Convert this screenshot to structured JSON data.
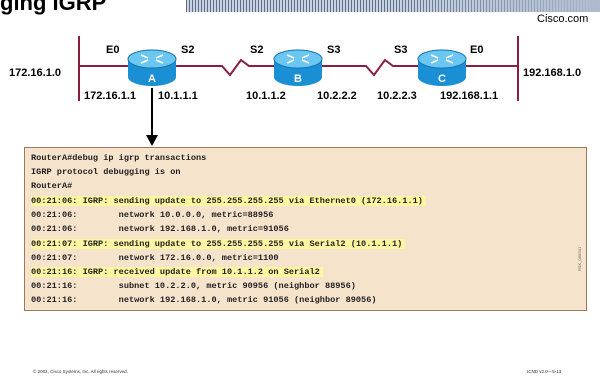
{
  "page": {
    "title_fragment": "ging IGRP",
    "brand": "Cisco.com",
    "footer_left": "© 2002, Cisco Systems, Inc. All rights reserved.",
    "footer_right": "ICND v2.0—5-13",
    "side_note": "RSK_080S01"
  },
  "network": {
    "left_network": "172.16.1.0",
    "right_network": "192.168.1.0",
    "routers": [
      {
        "name": "A",
        "left_port": "E0",
        "right_port": "S2"
      },
      {
        "name": "B",
        "left_port": "S2",
        "right_port": "S3"
      },
      {
        "name": "C",
        "left_port": "S3",
        "right_port": "E0"
      }
    ],
    "addresses": [
      "172.16.1.1",
      "10.1.1.1",
      "10.1.1.2",
      "10.2.2.2",
      "10.2.2.3",
      "192.168.1.1"
    ]
  },
  "console": {
    "lines": [
      {
        "text": "RouterA#debug ip igrp transactions",
        "highlight": false
      },
      {
        "text": "IGRP protocol debugging is on",
        "highlight": false
      },
      {
        "text": "RouterA#",
        "highlight": false
      },
      {
        "text": "00:21:06: IGRP: sending update to 255.255.255.255 via Ethernet0 (172.16.1.1)",
        "highlight": true
      },
      {
        "text": "00:21:06:        network 10.0.0.0, metric=88956",
        "highlight": false
      },
      {
        "text": "00:21:06:        network 192.168.1.0, metric=91056",
        "highlight": false
      },
      {
        "text": "00:21:07: IGRP: sending update to 255.255.255.255 via Serial2 (10.1.1.1)",
        "highlight": true
      },
      {
        "text": "00:21:07:        network 172.16.0.0, metric=1100",
        "highlight": false
      },
      {
        "text": "00:21:16: IGRP: received update from 10.1.1.2 on Serial2",
        "highlight": true
      },
      {
        "text": "00:21:16:        subnet 10.2.2.0, metric 90956 (neighbor 88956)",
        "highlight": false
      },
      {
        "text": "00:21:16:        network 192.168.1.0, metric 91056 (neighbor 89056)",
        "highlight": false
      }
    ]
  },
  "colors": {
    "router_body": "#1b8fd3",
    "router_top": "#6cc6f2",
    "link": "#8b1e3f",
    "console_bg": "#f6e3cb",
    "highlight": "#fdf6a0"
  }
}
